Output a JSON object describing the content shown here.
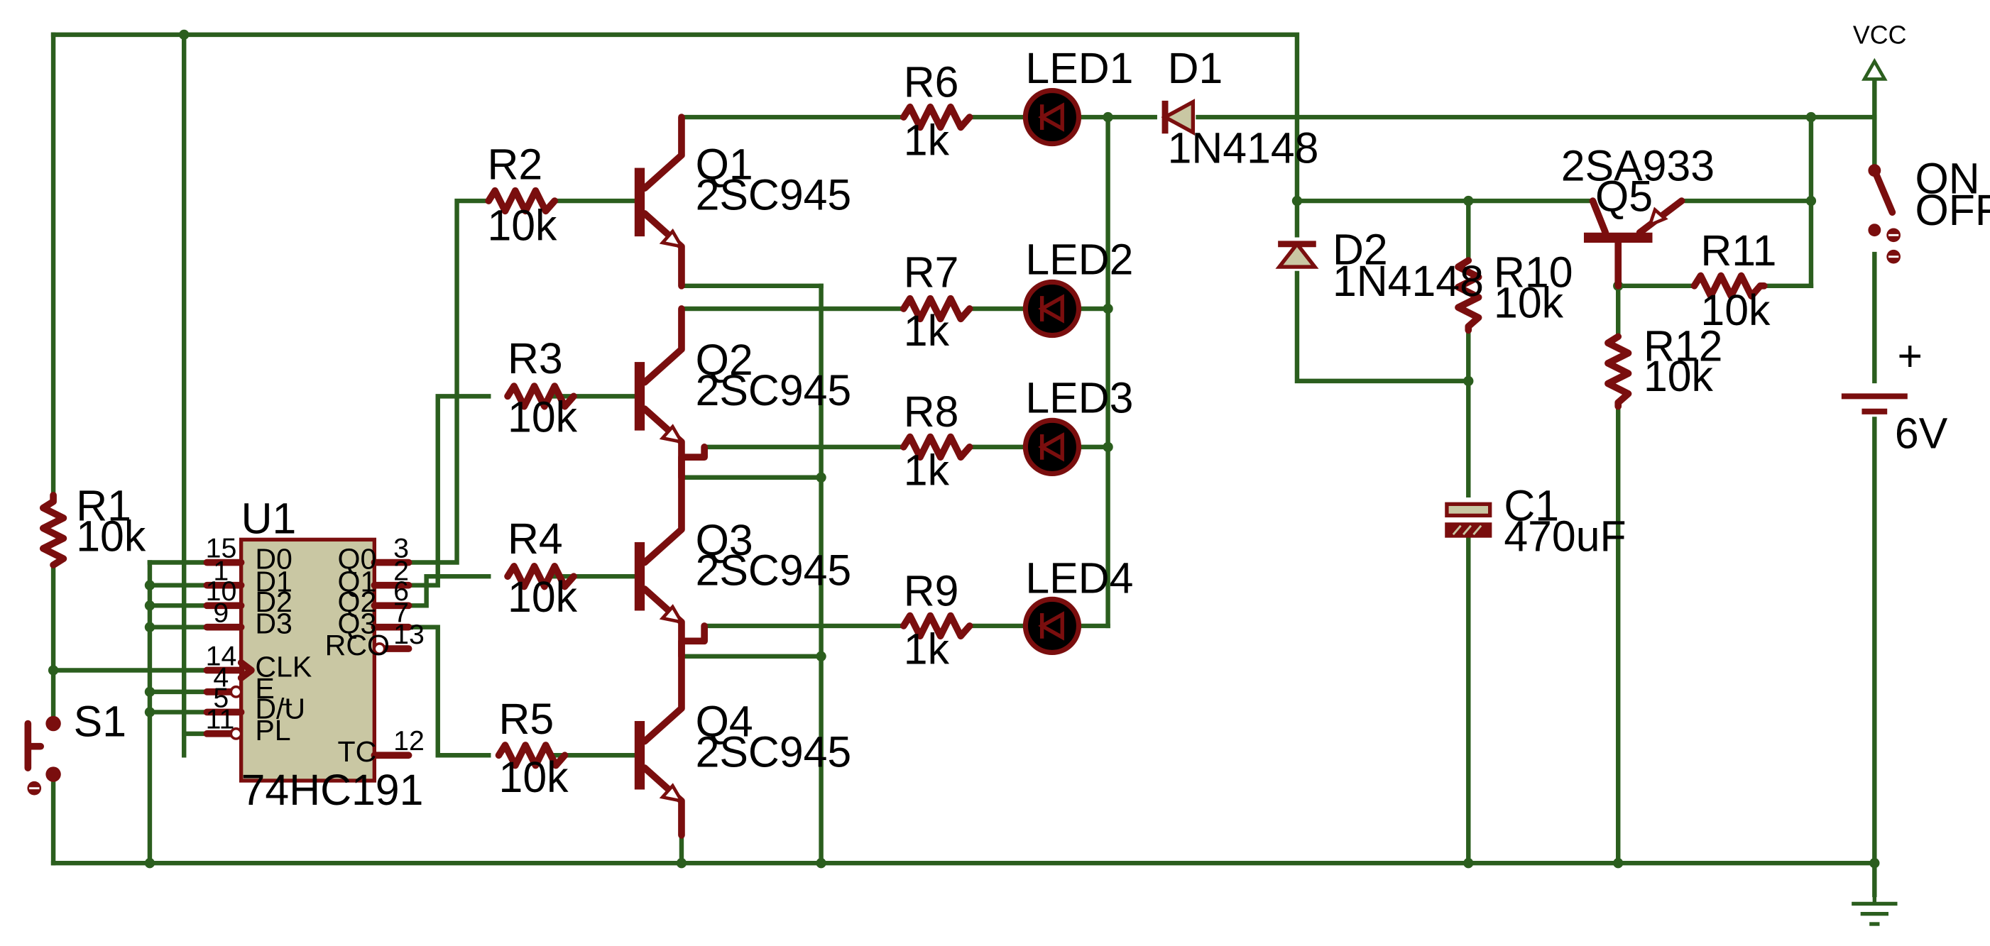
{
  "ic": {
    "ref": "U1",
    "part": "74HC191",
    "left_pins": [
      {
        "num": "15",
        "name": "D0"
      },
      {
        "num": "1",
        "name": "D1"
      },
      {
        "num": "10",
        "name": "D2"
      },
      {
        "num": "9",
        "name": "D3"
      },
      {
        "num": "14",
        "name": "CLK"
      },
      {
        "num": "4",
        "name": "E"
      },
      {
        "num": "5",
        "name": "D/U"
      },
      {
        "num": "11",
        "name": "PL"
      }
    ],
    "right_pins": [
      {
        "num": "3",
        "name": "Q0"
      },
      {
        "num": "2",
        "name": "Q1"
      },
      {
        "num": "6",
        "name": "Q2"
      },
      {
        "num": "7",
        "name": "Q3"
      },
      {
        "num": "13",
        "name": "RCO"
      },
      {
        "num": "12",
        "name": "TC"
      }
    ]
  },
  "resistors": [
    {
      "ref": "R1",
      "value": "10k"
    },
    {
      "ref": "R2",
      "value": "10k"
    },
    {
      "ref": "R3",
      "value": "10k"
    },
    {
      "ref": "R4",
      "value": "10k"
    },
    {
      "ref": "R5",
      "value": "10k"
    },
    {
      "ref": "R6",
      "value": "1k"
    },
    {
      "ref": "R7",
      "value": "1k"
    },
    {
      "ref": "R8",
      "value": "1k"
    },
    {
      "ref": "R9",
      "value": "1k"
    },
    {
      "ref": "R10",
      "value": "10k"
    },
    {
      "ref": "R11",
      "value": "10k"
    },
    {
      "ref": "R12",
      "value": "10k"
    }
  ],
  "transistors": [
    {
      "ref": "Q1",
      "part": "2SC945"
    },
    {
      "ref": "Q2",
      "part": "2SC945"
    },
    {
      "ref": "Q3",
      "part": "2SC945"
    },
    {
      "ref": "Q4",
      "part": "2SC945"
    },
    {
      "ref": "Q5",
      "part": "2SA933"
    }
  ],
  "leds": [
    "LED1",
    "LED2",
    "LED3",
    "LED4"
  ],
  "diodes": [
    {
      "ref": "D1",
      "part": "1N4148"
    },
    {
      "ref": "D2",
      "part": "1N4148"
    }
  ],
  "capacitor": {
    "ref": "C1",
    "value": "470uF"
  },
  "switch_s1": {
    "ref": "S1"
  },
  "power_switch": {
    "on": "ON",
    "off": "OFF"
  },
  "battery": {
    "plus": "+",
    "value": "6V"
  },
  "vcc_label": "VCC"
}
